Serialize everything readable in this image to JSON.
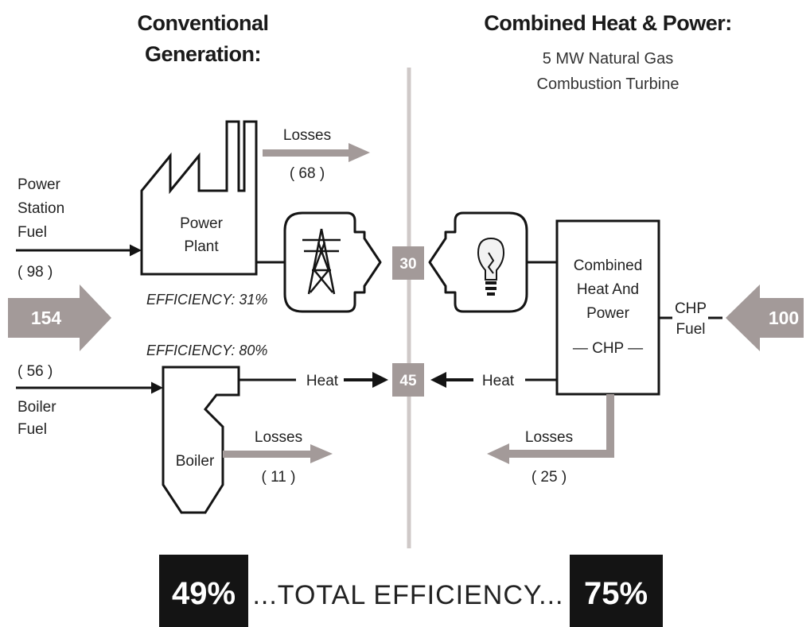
{
  "conventional": {
    "title_line1": "Conventional",
    "title_line2": "Generation:",
    "power_fuel_line1": "Power",
    "power_fuel_line2": "Station",
    "power_fuel_line3": "Fuel",
    "power_fuel_value": "( 98 )",
    "total_fuel": "154",
    "boiler_fuel_value": "( 56 )",
    "boiler_fuel_line1": "Boiler",
    "boiler_fuel_line2": "Fuel",
    "power_plant_line1": "Power",
    "power_plant_line2": "Plant",
    "plant_losses_label": "Losses",
    "plant_losses_value": "( 68 )",
    "plant_efficiency": "EFFICIENCY: 31%",
    "boiler_efficiency": "EFFICIENCY: 80%",
    "boiler_label": "Boiler",
    "boiler_losses_label": "Losses",
    "boiler_losses_value": "( 11 )",
    "heat_label": "Heat",
    "total_efficiency": "49%"
  },
  "center": {
    "electricity_value": "30",
    "heat_value": "45",
    "total_label": "...TOTAL EFFICIENCY..."
  },
  "chp": {
    "title": "Combined Heat & Power:",
    "subtitle_line1": "5 MW Natural Gas",
    "subtitle_line2": "Combustion Turbine",
    "box_line1": "Combined",
    "box_line2": "Heat And",
    "box_line3": "Power",
    "box_line4": "— CHP —",
    "fuel_label_line1": "CHP",
    "fuel_label_line2": "Fuel",
    "fuel_value": "100",
    "heat_label": "Heat",
    "losses_label": "Losses",
    "losses_value": "( 25 )",
    "total_efficiency": "75%"
  },
  "colors": {
    "gray_arrow": "#a39a99",
    "value_box": "#a39a99",
    "dark": "#141414",
    "divider": "#cfc9c8"
  },
  "icons": [
    "power-plant-icon",
    "transmission-tower-icon",
    "light-bulb-icon",
    "boiler-icon"
  ]
}
